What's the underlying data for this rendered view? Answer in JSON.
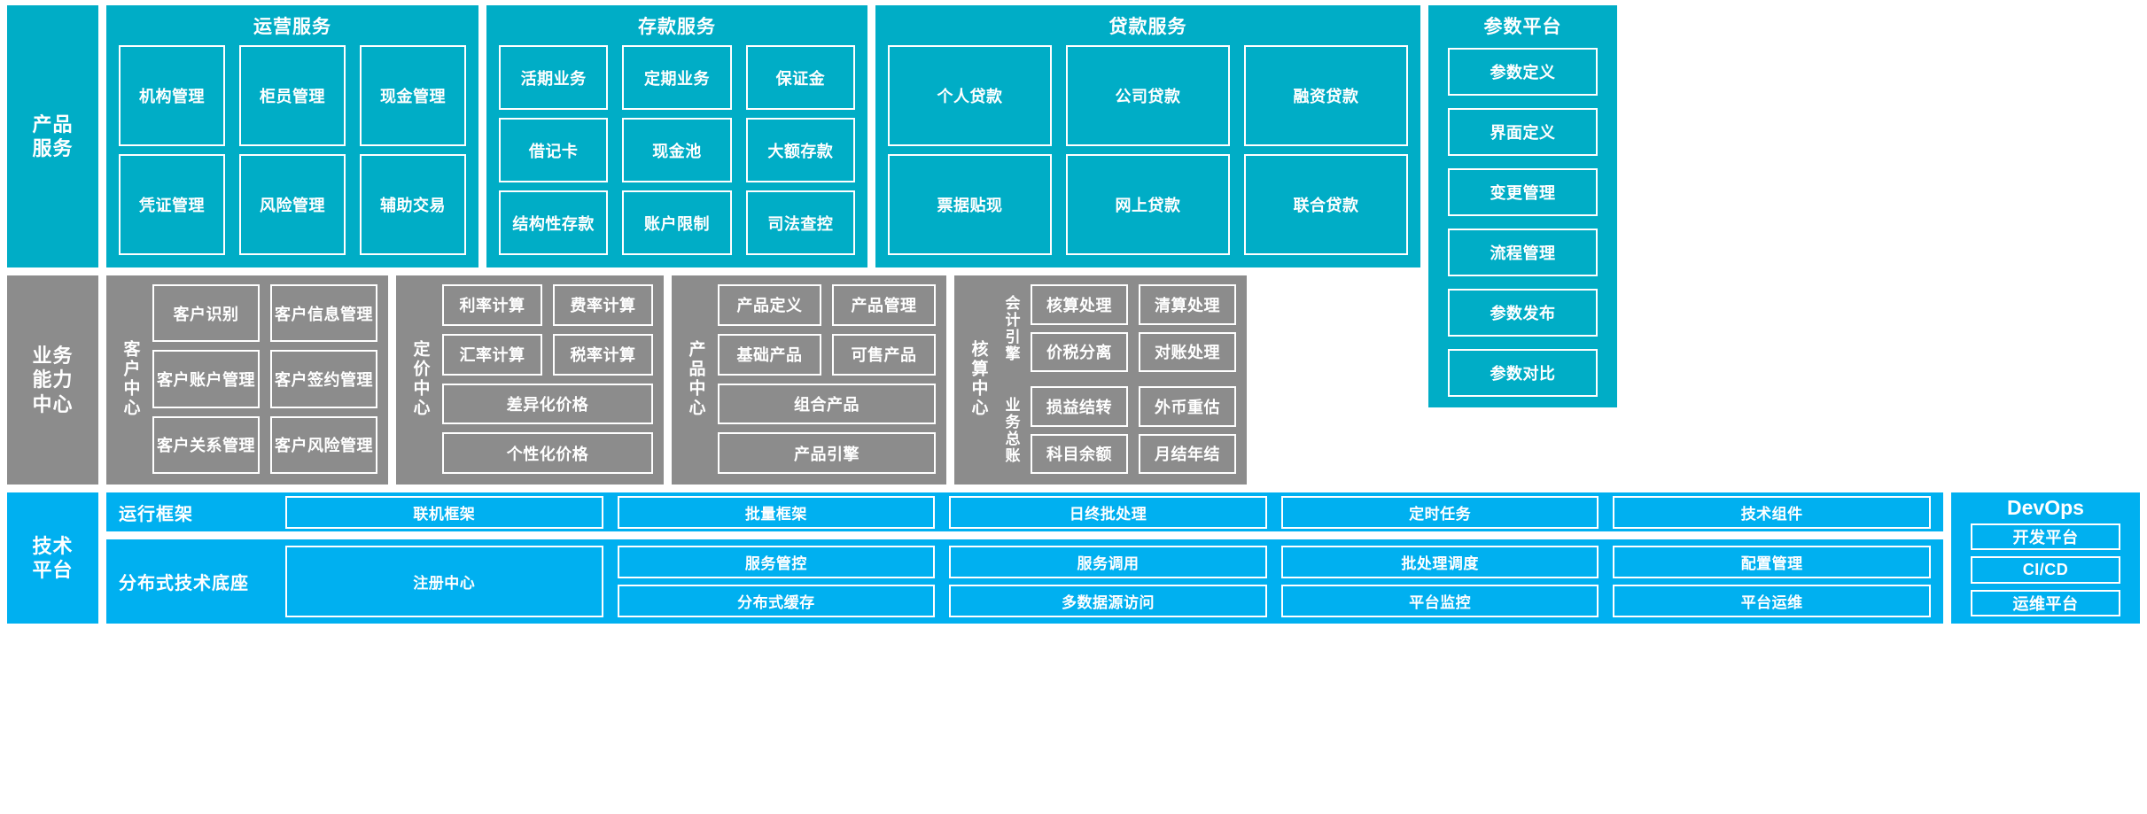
{
  "layers": {
    "product_services": {
      "spine_label": "产品\n服务",
      "groups": [
        {
          "title": "运营服务",
          "items": [
            "机构管理",
            "柜员管理",
            "现金管理",
            "凭证管理",
            "风险管理",
            "辅助交易"
          ]
        },
        {
          "title": "存款服务",
          "items": [
            "活期业务",
            "定期业务",
            "保证金",
            "借记卡",
            "现金池",
            "大额存款",
            "结构性存款",
            "账户限制",
            "司法查控"
          ]
        },
        {
          "title": "贷款服务",
          "items": [
            "个人贷款",
            "公司贷款",
            "融资贷款",
            "票据贴现",
            "网上贷款",
            "联合贷款"
          ]
        }
      ]
    },
    "business_capability": {
      "spine_label": "业务\n能力\n中心",
      "centers": [
        {
          "label": "客户中心",
          "items": [
            "客户识别",
            "客户信息管理",
            "客户账户管理",
            "客户签约管理",
            "客户关系管理",
            "客户风险管理"
          ]
        },
        {
          "label": "定价中心",
          "items": [
            "利率计算",
            "费率计算",
            "汇率计算",
            "税率计算",
            "差异化价格",
            "个性化价格"
          ]
        },
        {
          "label": "产品中心",
          "items": [
            "产品定义",
            "产品管理",
            "基础产品",
            "可售产品",
            "组合产品",
            "产品引擎"
          ]
        },
        {
          "label": "核算中心",
          "blocks": [
            {
              "label": "会计引擎",
              "items": [
                "核算处理",
                "清算处理",
                "价税分离",
                "对账处理"
              ]
            },
            {
              "label": "业务总账",
              "items": [
                "损益结转",
                "外币重估",
                "科目余额",
                "月结年结"
              ]
            }
          ]
        }
      ]
    },
    "technical_platform": {
      "spine_label": "技术\n平台",
      "bands": [
        {
          "label": "运行框架",
          "items": [
            "联机框架",
            "批量框架",
            "日终批处理",
            "定时任务",
            "技术组件"
          ]
        },
        {
          "label": "分布式技术底座",
          "anchor": "注册中心",
          "items": [
            "服务管控",
            "服务调用",
            "批处理调度",
            "配置管理",
            "分布式缓存",
            "多数据源访问",
            "平台监控",
            "平台运维"
          ]
        }
      ]
    }
  },
  "rails": {
    "parameter_platform": {
      "title": "参数平台",
      "items": [
        "参数定义",
        "界面定义",
        "变更管理",
        "流程管理",
        "参数发布",
        "参数对比"
      ]
    },
    "devops": {
      "title": "DevOps",
      "items": [
        "开发平台",
        "CI/CD",
        "运维平台"
      ]
    }
  },
  "colors": {
    "cyan": "#00ADC6",
    "gray": "#8C8C8C",
    "blue": "#00B0F0",
    "border": "#FFFFFF"
  }
}
